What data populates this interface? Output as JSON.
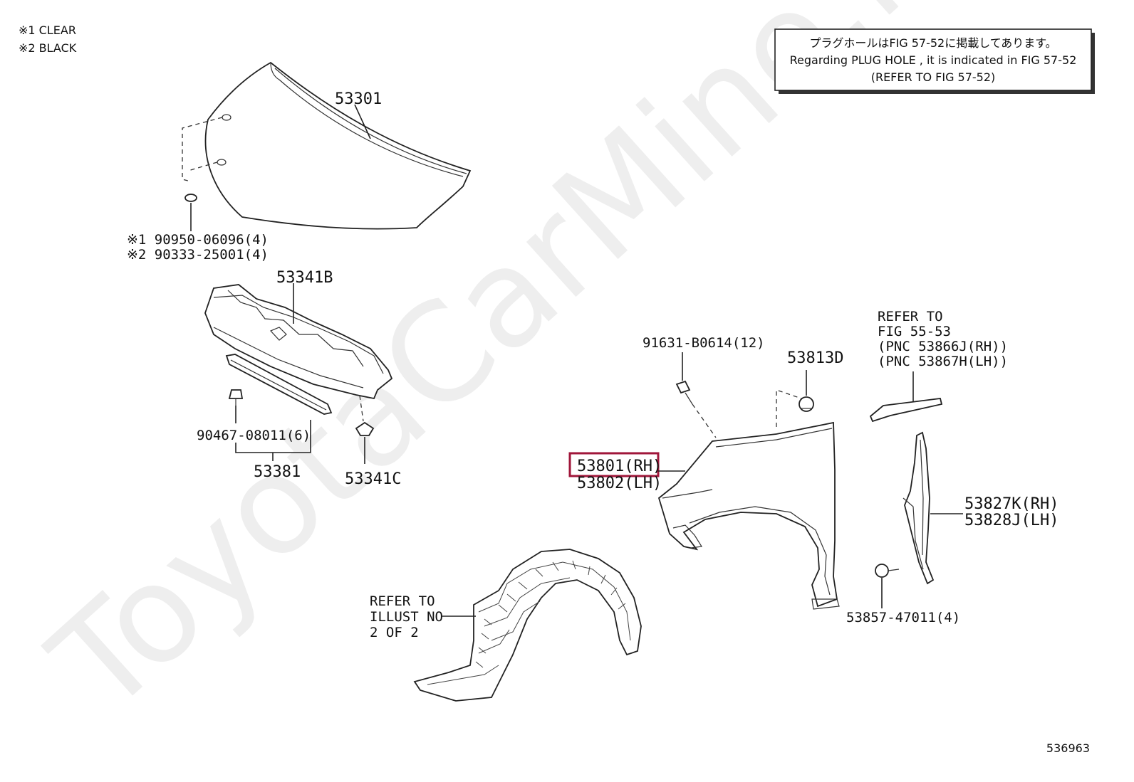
{
  "watermark": "ToyotaCarMine.ru",
  "legend": {
    "line1": "※1 CLEAR",
    "line2": "※2 BLACK"
  },
  "note_box": {
    "line1": "プラグホールはFIG 57-52に掲載してあります。",
    "line2": "Regarding PLUG HOLE , it is indicated in FIG 57-52",
    "line3": "(REFER TO FIG 57-52)"
  },
  "labels": {
    "p53301": "53301",
    "fastener1": "※1 90950-06096(4)",
    "fastener2": "※2 90333-25001(4)",
    "p53341b": "53341B",
    "p90467": "90467-08011(6)",
    "p53381": "53381",
    "p53341c": "53341C",
    "p91631": "91631-B0614(12)",
    "p53813d": "53813D",
    "refer_fig_1": "REFER TO",
    "refer_fig_2": "FIG 55-53",
    "refer_fig_3": "(PNC 53866J(RH))",
    "refer_fig_4": "(PNC 53867H(LH))",
    "p53801": "53801(RH)",
    "p53802": "53802(LH)",
    "p53827k": "53827K(RH)",
    "p53828j": "53828J(LH)",
    "p53857": "53857-47011(4)",
    "refer_illust_1": "REFER TO",
    "refer_illust_2": "ILLUST NO",
    "refer_illust_3": "2 OF 2",
    "diagram_id": "536963"
  },
  "highlight_color": "#a0163a"
}
